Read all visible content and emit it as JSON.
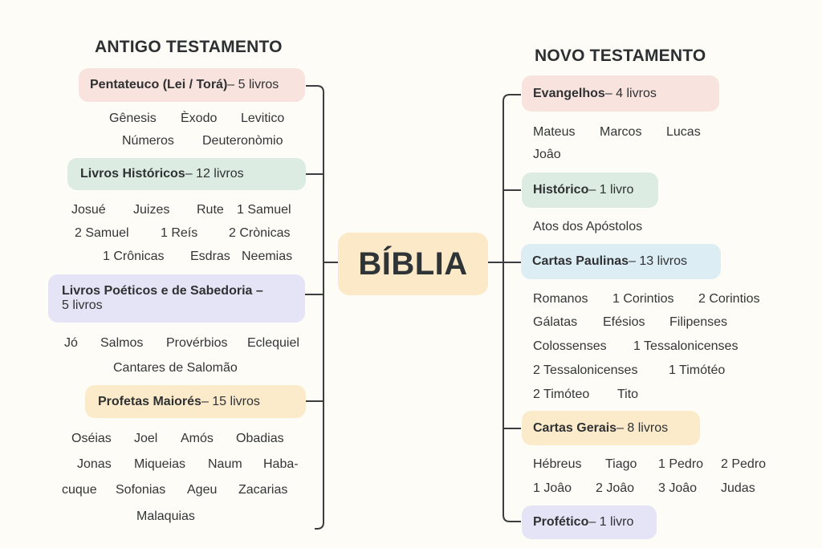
{
  "center": {
    "title": "BÍBLIA",
    "color": "#fbe9c8"
  },
  "old_testament": {
    "heading": "ANTIGO TESTAMENTO",
    "categories": [
      {
        "name": "Pentateuco (Lei / Torá)",
        "count": " – 5 livros",
        "color": "#f8e3de",
        "books": [
          "Gênesis",
          "Èxodo",
          "Levitico",
          "Números",
          "Deuteronòmio"
        ]
      },
      {
        "name": "Livros Históricos",
        "count": " – 12 livros",
        "color": "#dcece2",
        "books": [
          "Josué",
          "Juizes",
          "Rute",
          "1 Samuel",
          "2 Samuel",
          "1 Reís",
          "2 Crònicas",
          "1 Crônicas",
          "Esdras",
          "Neemias"
        ]
      },
      {
        "name": "Livros Poéticos e de Sabedoria –",
        "count": "5 livros",
        "color": "#e4e4f6",
        "books": [
          "Jó",
          "Salmos",
          "Provérbios",
          "Eclequiel",
          "Cantares de Salomão"
        ]
      },
      {
        "name": "Profetas Maiorés",
        "count": " – 15 livros",
        "color": "#fbebcb",
        "books": [
          "Oséias",
          "Joel",
          "Amós",
          "Obadias",
          "Jonas",
          "Miqueias",
          "Naum",
          "Haba-",
          "cuque",
          "Sofonias",
          "Ageu",
          "Zacarias",
          "Malaquias"
        ]
      }
    ]
  },
  "new_testament": {
    "heading": "NOVO TESTAMENTO",
    "categories": [
      {
        "name": "Evangelhos",
        "count": " – 4 livros",
        "color": "#f8e3de",
        "books": [
          "Mateus",
          "Marcos",
          "Lucas",
          "Joâo"
        ]
      },
      {
        "name": "Histórico",
        "count": " – 1 livro",
        "color": "#dcece2",
        "books": [
          "Atos dos Apóstolos"
        ]
      },
      {
        "name": "Cartas Paulinas",
        "count": " – 13 livros",
        "color": "#ddedf4",
        "books": [
          "Romanos",
          "1 Corintios",
          "2 Corintios",
          "Gálatas",
          "Efésios",
          "Filipenses",
          "Colossenses",
          "1 Tessalonicenses",
          "2 Tessalonicenses",
          "1 Timótéo",
          "2 Timóteo",
          "Tito"
        ]
      },
      {
        "name": "Cartas Gerais",
        "count": " – 8 livros",
        "color": "#fbebcb",
        "books": [
          "Hébreus",
          "Tiago",
          "1 Pedro",
          "2 Pedro",
          "1 Joâo",
          "2 Joâo",
          "3 Joâo",
          "Judas"
        ]
      },
      {
        "name": "Profético",
        "count": " – 1 livro",
        "color": "#e4e4f6",
        "books": []
      }
    ]
  },
  "line_color": "#3a3c3e"
}
